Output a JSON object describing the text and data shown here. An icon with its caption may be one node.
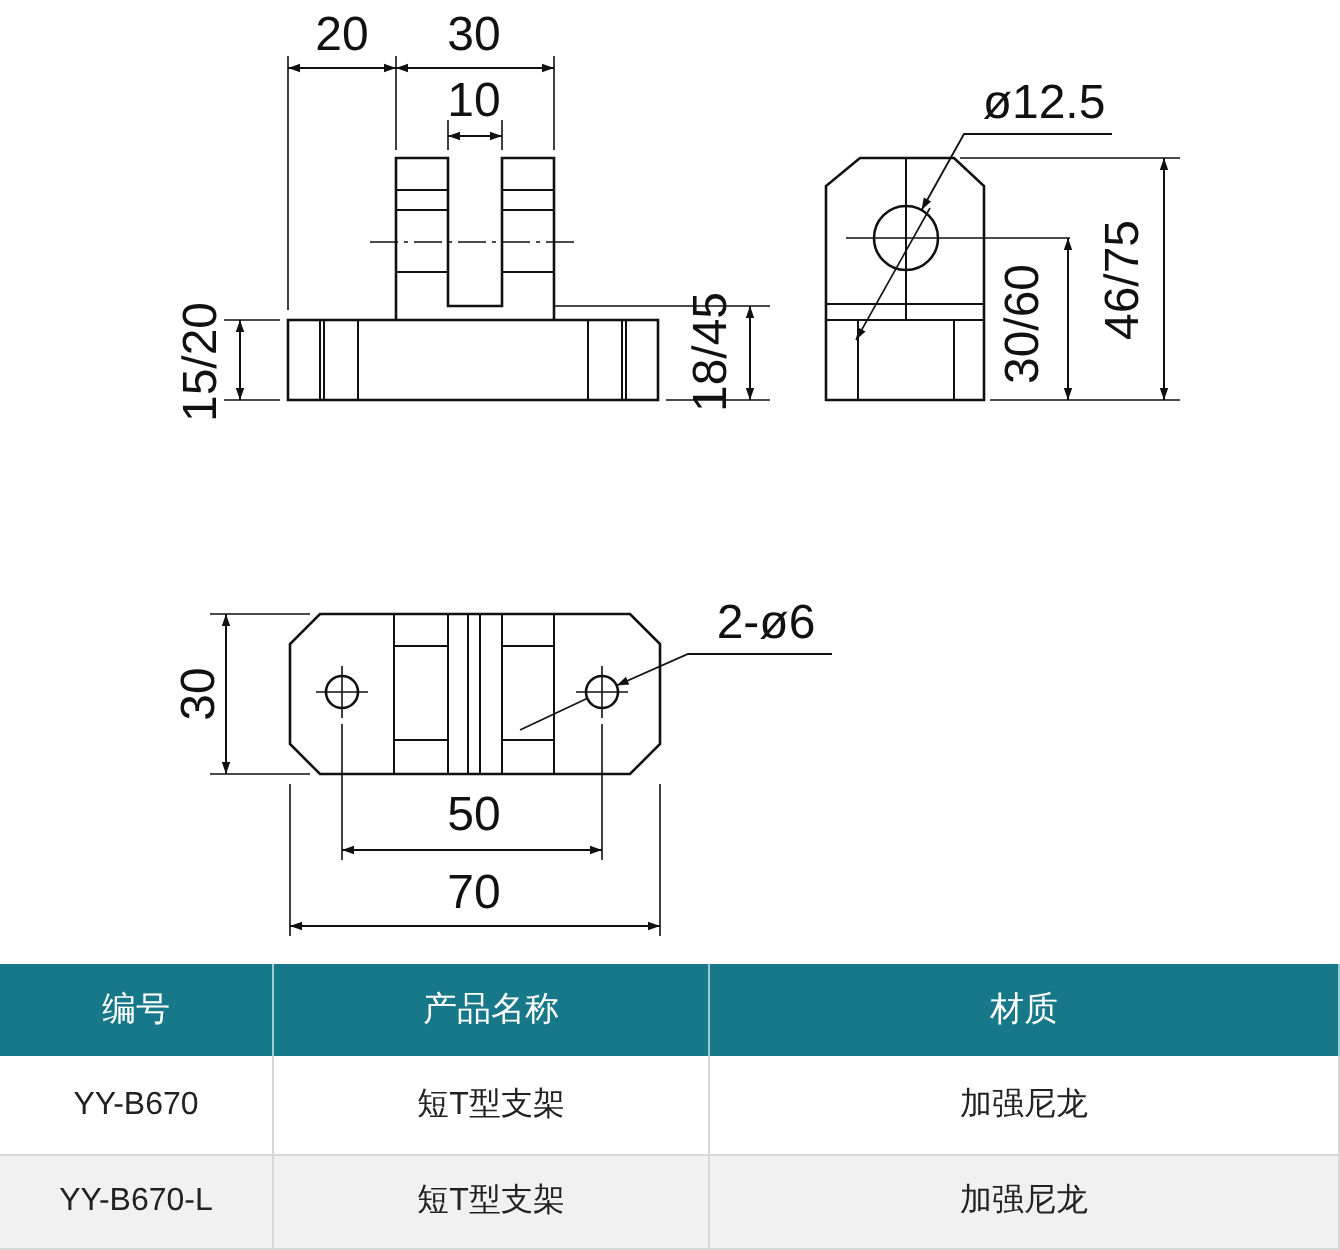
{
  "diagram": {
    "nodes": [
      {
        "text": [
          "ø12.5"
        ]
      },
      {
        "text": [],
        "shape": "circle"
      },
      {
        "text": [
          "2-ø6"
        ]
      },
      {
        "text": [],
        "shape": "circle"
      }
    ],
    "edges": [
      {
        "from": 0,
        "to": 1,
        "arrow": "to"
      },
      {
        "from": 2,
        "to": 3,
        "arrow": "to"
      }
    ],
    "labels": [
      "20",
      "30",
      "10",
      "15/20",
      "18/45",
      "30/60",
      "46/75",
      "30",
      "50",
      "70",
      "编号",
      "产品名称",
      "材质",
      "YY-B670",
      "短T型支架",
      "加强尼龙",
      "YY-B670-L",
      "短T型支架",
      "加强尼龙"
    ]
  }
}
